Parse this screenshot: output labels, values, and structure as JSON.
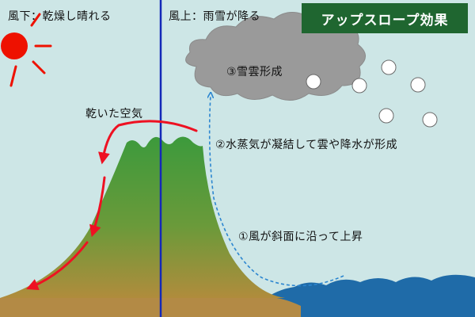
{
  "labels": {
    "leeward": "風下：乾燥し晴れる",
    "windward": "風上：雨雪が降る",
    "title": "アップスロープ効果",
    "cloud_formation": "③雪雲形成",
    "dry_air": "乾いた空気",
    "step2": "②水蒸気が凝結して雲や降水が形成",
    "step1": "①風が斜面に沿って上昇"
  },
  "colors": {
    "sky": "#cde6e6",
    "sun": "#ee1100",
    "cloud": "#9a9a9a",
    "mountain_top": "#3c9a3c",
    "mountain_bottom": "#a8893a",
    "ground": "#b38a45",
    "sea": "#1f6ba8",
    "divider": "#1428b8",
    "dry_air_arrow": "#ee1122",
    "rising_air_arrow": "#2c86d0",
    "title_badge": "#1f6630"
  }
}
